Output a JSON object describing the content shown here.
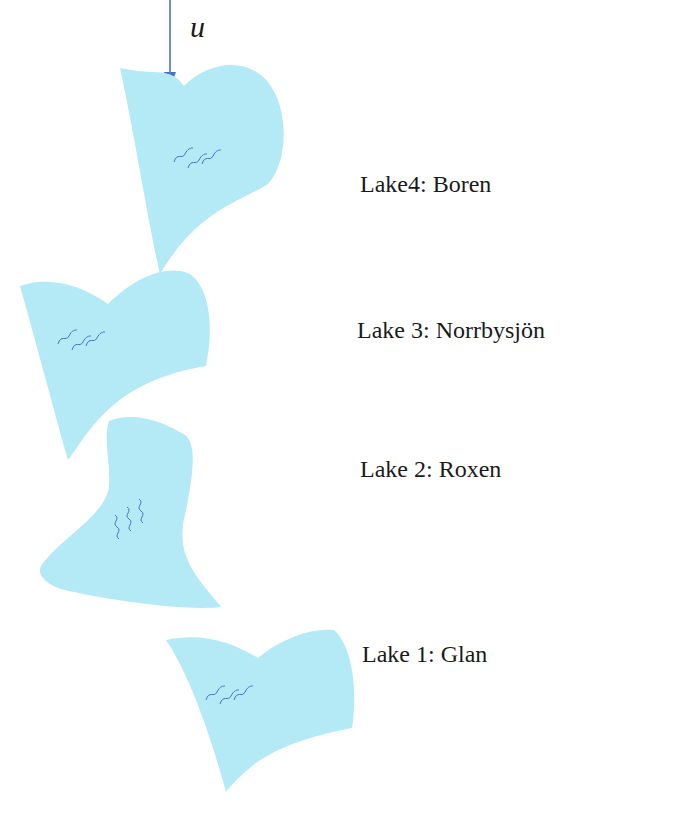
{
  "diagram": {
    "nodes": [
      {
        "text": [
          "Lake4: Boren"
        ]
      },
      {
        "text": [
          "Lake 3: Norrbysjön"
        ]
      },
      {
        "text": [
          "Lake 2: Roxen"
        ]
      },
      {
        "text": [
          "Lake 1: Glan"
        ]
      }
    ],
    "labels": [
      "u"
    ]
  }
}
